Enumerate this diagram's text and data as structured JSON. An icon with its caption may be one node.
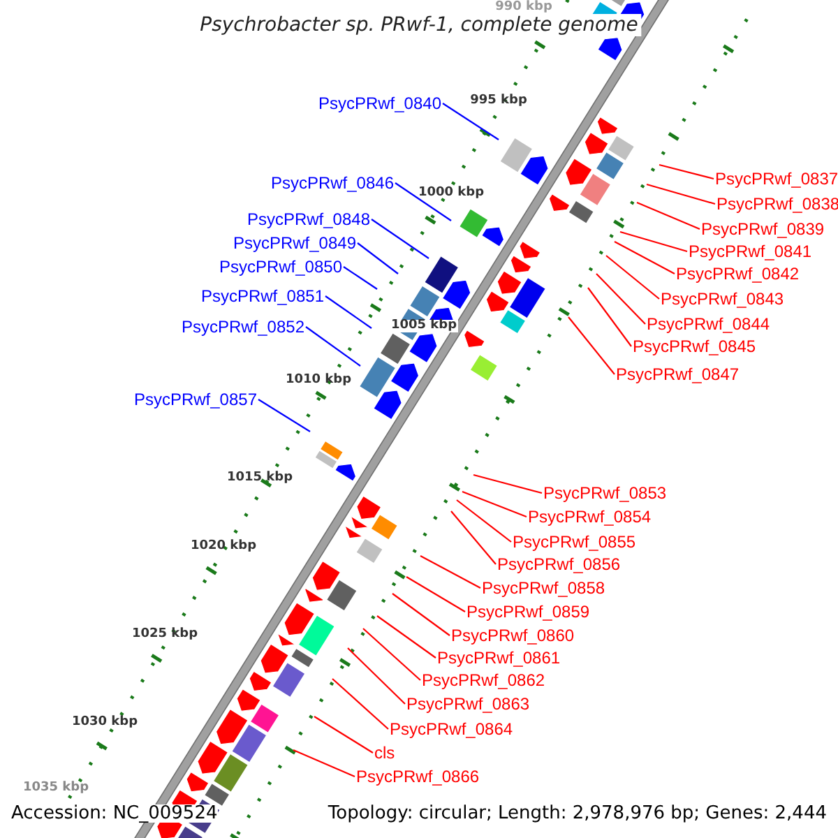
{
  "diagram": {
    "title": "Psychrobacter sp. PRwf-1, complete genome",
    "nodes": [
      {
        "text": [
          "PsycPRwf_0840"
        ]
      },
      {
        "text": [
          "PsycPRwf_0837"
        ]
      },
      {
        "text": [
          "PsycPRwf_0846"
        ]
      },
      {
        "text": [
          "PsycPRwf_0838"
        ]
      },
      {
        "text": [
          "PsycPRwf_0848"
        ]
      },
      {
        "text": [
          "PsycPRwf_0839"
        ]
      },
      {
        "text": [
          "PsycPRwf_0849"
        ]
      },
      {
        "text": [
          "PsycPRwf_0841"
        ]
      },
      {
        "text": [
          "PsycPRwf_0850"
        ]
      },
      {
        "text": [
          "PsycPRwf_0842"
        ]
      },
      {
        "text": [
          "PsycPRwf_0851"
        ]
      },
      {
        "text": [
          "PsycPRwf_0843"
        ]
      },
      {
        "text": [
          "PsycPRwf_0844"
        ]
      },
      {
        "text": [
          "PsycPRwf_0852"
        ]
      },
      {
        "text": [
          "PsycPRwf_0845"
        ]
      },
      {
        "text": [
          "PsycPRwf_0847"
        ]
      },
      {
        "text": [
          "PsycPRwf_0857"
        ]
      },
      {
        "text": [
          "PsycPRwf_0853"
        ]
      },
      {
        "text": [
          "PsycPRwf_0854"
        ]
      },
      {
        "text": [
          "PsycPRwf_0855"
        ]
      },
      {
        "text": [
          "PsycPRwf_0856"
        ]
      },
      {
        "text": [
          "PsycPRwf_0858"
        ]
      },
      {
        "text": [
          "PsycPRwf_0859"
        ]
      },
      {
        "text": [
          "PsycPRwf_0860"
        ]
      },
      {
        "text": [
          "PsycPRwf_0861"
        ]
      },
      {
        "text": [
          "PsycPRwf_0862"
        ]
      },
      {
        "text": [
          "PsycPRwf_0863"
        ]
      },
      {
        "text": [
          "PsycPRwf_0864"
        ]
      },
      {
        "text": [
          "cls"
        ]
      },
      {
        "text": [
          "PsycPRwf_0866"
        ]
      }
    ],
    "edges": [
      {
        "from": 0,
        "to": null,
        "arrow": "none",
        "color": "#0000ff"
      },
      {
        "from": 1,
        "to": null,
        "arrow": "none"
      },
      {
        "from": 2,
        "to": null,
        "arrow": "none",
        "color": "#0000ff"
      },
      {
        "from": 3,
        "to": null,
        "arrow": "none"
      },
      {
        "from": 4,
        "to": null,
        "arrow": "none",
        "color": "#0000ff"
      },
      {
        "from": 5,
        "to": null,
        "arrow": "none"
      },
      {
        "from": 6,
        "to": null,
        "arrow": "none",
        "color": "#0000ff"
      },
      {
        "from": 7,
        "to": null,
        "arrow": "none"
      },
      {
        "from": 8,
        "to": null,
        "arrow": "none",
        "color": "#0000ff"
      },
      {
        "from": 9,
        "to": null,
        "arrow": "none"
      },
      {
        "from": 10,
        "to": null,
        "arrow": "none",
        "color": "#0000ff"
      },
      {
        "from": 11,
        "to": null,
        "arrow": "none"
      },
      {
        "from": 12,
        "to": null,
        "arrow": "none"
      },
      {
        "from": 13,
        "to": null,
        "arrow": "none",
        "color": "#0000ff"
      },
      {
        "from": 14,
        "to": null,
        "arrow": "none"
      },
      {
        "from": 15,
        "to": null,
        "arrow": "none"
      },
      {
        "from": 16,
        "to": null,
        "arrow": "none",
        "color": "#0000ff"
      },
      {
        "from": 17,
        "to": null,
        "arrow": "none"
      },
      {
        "from": 18,
        "to": null,
        "arrow": "none"
      },
      {
        "from": 19,
        "to": null,
        "arrow": "none"
      },
      {
        "from": 20,
        "to": null,
        "arrow": "none"
      },
      {
        "from": 21,
        "to": null,
        "arrow": "none"
      },
      {
        "from": 22,
        "to": null,
        "arrow": "none"
      },
      {
        "from": 23,
        "to": null,
        "arrow": "none"
      },
      {
        "from": 24,
        "to": null,
        "arrow": "none"
      },
      {
        "from": 25,
        "to": null,
        "arrow": "none"
      },
      {
        "from": 26,
        "to": null,
        "arrow": "none"
      },
      {
        "from": 27,
        "to": null,
        "arrow": "none"
      },
      {
        "from": 28,
        "to": null,
        "arrow": "none"
      },
      {
        "from": 29,
        "to": null,
        "arrow": "none"
      }
    ],
    "labels": [
      "990 kbp",
      "995 kbp",
      "1000 kbp",
      "1005 kbp",
      "1010 kbp",
      "1015 kbp",
      "1020 kbp",
      "1025 kbp",
      "1030 kbp",
      "1035 kbp",
      "Accession: NC_009524",
      "Topology: circular; Length: 2,978,976 bp; Genes: 2,444"
    ]
  }
}
